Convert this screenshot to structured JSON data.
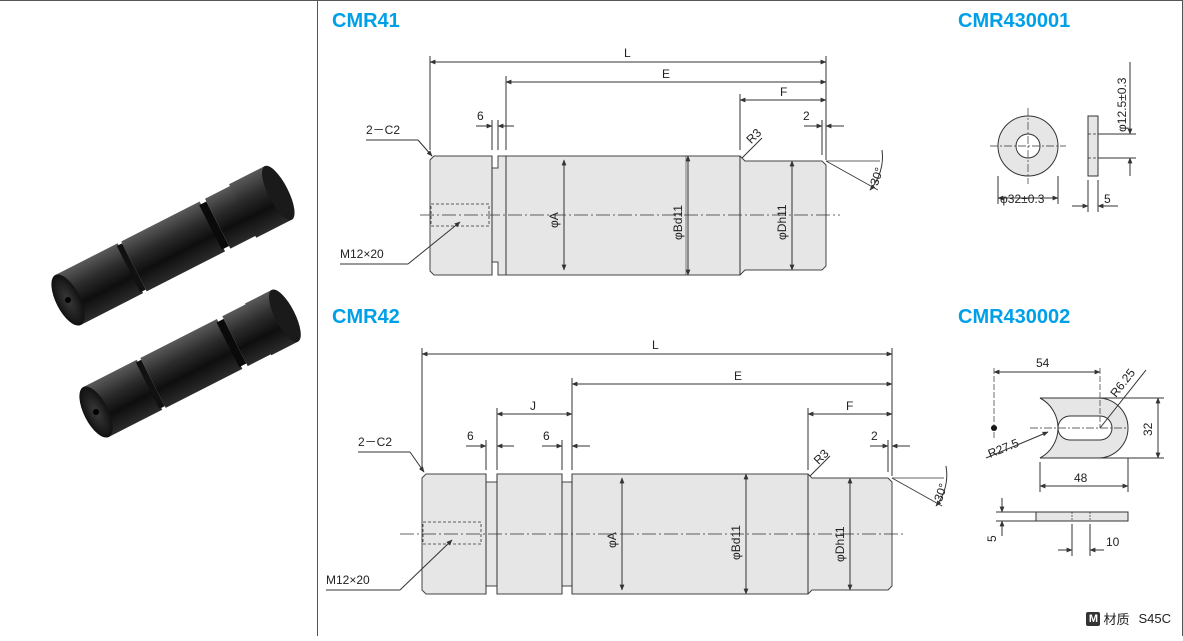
{
  "titles": {
    "cmr41": "CMR41",
    "cmr42": "CMR42",
    "cmr430001": "CMR430001",
    "cmr430002": "CMR430002"
  },
  "cmr41": {
    "L": "L",
    "E": "E",
    "F": "F",
    "groove": "6",
    "end": "2",
    "chamfer": "2－C2",
    "radius": "R3",
    "angle": "30°",
    "dia_a": "φA",
    "dia_b": "φBd11",
    "dia_d": "φDh11",
    "thread": "M12×20"
  },
  "cmr42": {
    "L": "L",
    "E": "E",
    "F": "F",
    "J": "J",
    "groove1": "6",
    "groove2": "6",
    "end": "2",
    "chamfer": "2－C2",
    "radius": "R3",
    "angle": "30°",
    "dia_a": "φA",
    "dia_b": "φBd11",
    "dia_d": "φDh11",
    "thread": "M12×20"
  },
  "cmr430001": {
    "outer": "φ32±0.3",
    "inner": "φ12.5±0.3",
    "thickness": "5"
  },
  "cmr430002": {
    "len54": "54",
    "r625": "R6.25",
    "r275": "R27.5",
    "h32": "32",
    "w48": "48",
    "t5": "5",
    "s10": "10"
  },
  "material": {
    "icon": "M",
    "label": "材质",
    "value": "S45C"
  },
  "colors": {
    "title": "#00a0e9",
    "part": "#e6e6e6",
    "line": "#333333"
  }
}
